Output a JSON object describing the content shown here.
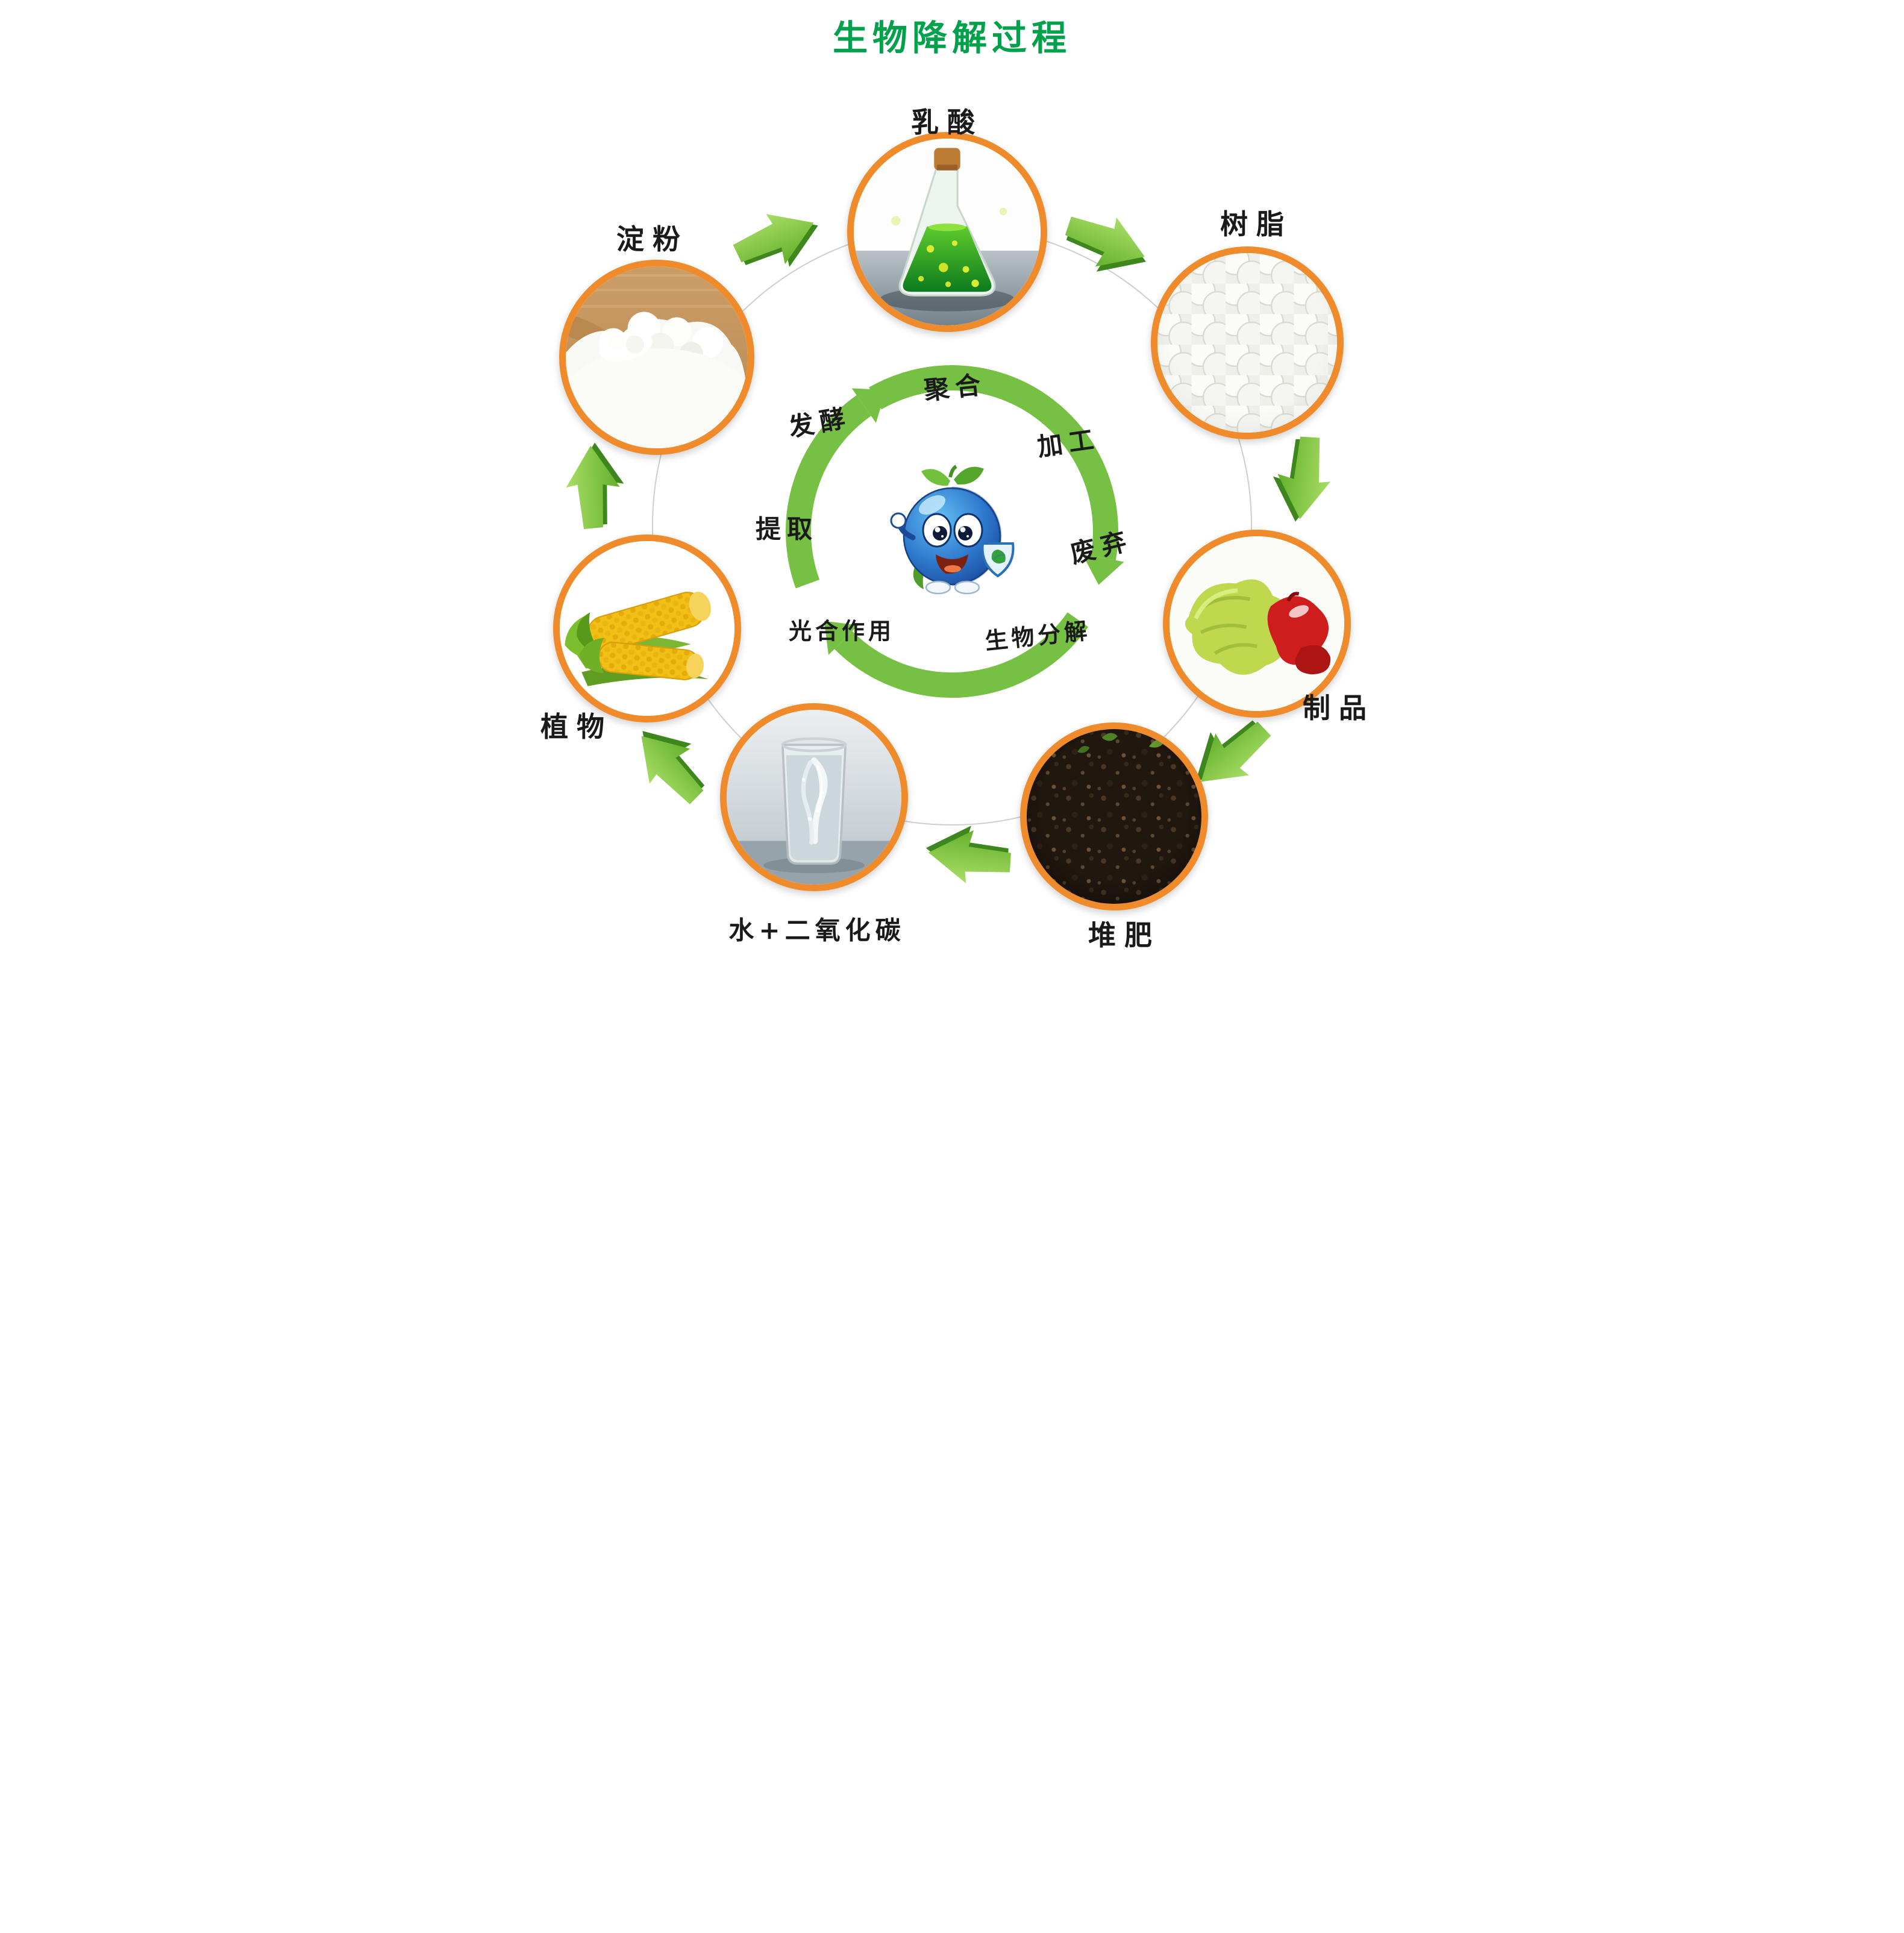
{
  "title": "生物降解过程",
  "colors": {
    "title_green": "#00a14b",
    "ring_orange": "#ef8b2b",
    "arrow_green": "#76c043",
    "label_black": "#1a1a1a"
  },
  "nodes": [
    {
      "id": "lactic-acid",
      "label": "乳酸",
      "icon": "green-flask-icon"
    },
    {
      "id": "resin",
      "label": "树脂",
      "icon": "plastic-pellets-icon"
    },
    {
      "id": "products",
      "label": "制品",
      "icon": "bioplastic-products-icon"
    },
    {
      "id": "compost",
      "label": "堆肥",
      "icon": "soil-compost-icon"
    },
    {
      "id": "water-co2",
      "label": "水+二氧化碳",
      "icon": "water-glass-icon"
    },
    {
      "id": "plants",
      "label": "植物",
      "icon": "corn-icon"
    },
    {
      "id": "starch",
      "label": "淀粉",
      "icon": "starch-powder-icon"
    }
  ],
  "process_steps": [
    {
      "id": "polymerization",
      "label": "聚合"
    },
    {
      "id": "processing",
      "label": "加工"
    },
    {
      "id": "disposal",
      "label": "废弃"
    },
    {
      "id": "biodegradation",
      "label": "生物分解"
    },
    {
      "id": "photosynthesis",
      "label": "光合作用"
    },
    {
      "id": "extraction",
      "label": "提取"
    },
    {
      "id": "fermentation",
      "label": "发酵"
    }
  ],
  "mascot": "blue-berry-mascot-with-shield"
}
